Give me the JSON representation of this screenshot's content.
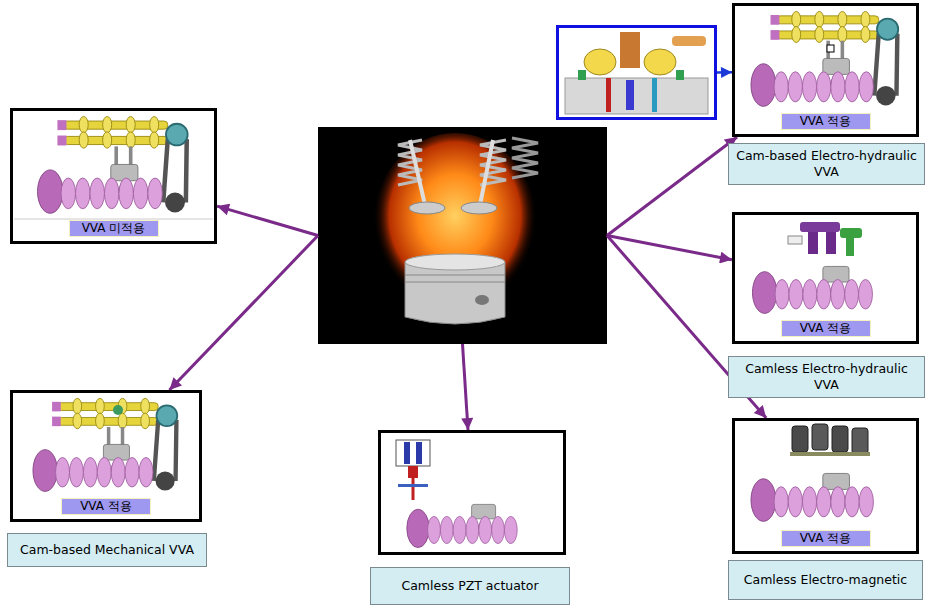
{
  "diagram": {
    "nodes": [
      {
        "text": []
      },
      {
        "text": [
          "VVA 미적용"
        ]
      },
      {
        "text": [
          "VVA 적용"
        ]
      },
      {
        "text": [
          "Cam-based Mechanical VVA"
        ]
      },
      {
        "text": []
      },
      {
        "text": [
          "Camless PZT actuator"
        ]
      },
      {
        "text": []
      },
      {
        "text": [
          "VVA 적용"
        ]
      },
      {
        "text": [
          "Cam-based Electro-hydraulic VVA"
        ]
      },
      {
        "text": [
          "VVA 적용"
        ]
      },
      {
        "text": [
          "Camless Electro-hydraulic VVA"
        ]
      },
      {
        "text": [
          "VVA 적용"
        ]
      },
      {
        "text": [
          "Camless Electro-magnetic"
        ]
      }
    ],
    "edges": [
      {
        "from": 0,
        "to": 1,
        "arrow": "to"
      },
      {
        "from": 0,
        "to": 2,
        "arrow": "to"
      },
      {
        "from": 0,
        "to": 4,
        "arrow": "to"
      },
      {
        "from": 0,
        "to": 7,
        "arrow": "to"
      },
      {
        "from": 0,
        "to": 9,
        "arrow": "to"
      },
      {
        "from": 0,
        "to": 11,
        "arrow": "to"
      },
      {
        "from": 6,
        "to": 7,
        "arrow": "to"
      }
    ]
  }
}
